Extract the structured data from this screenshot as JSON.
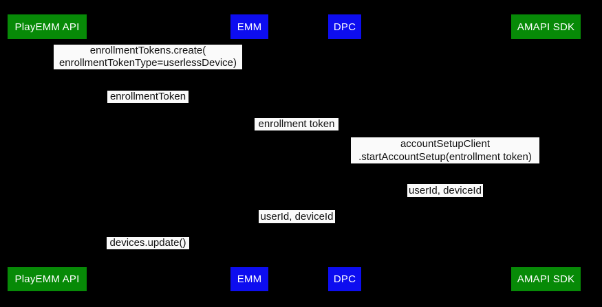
{
  "diagram": {
    "background": "#000000",
    "actor_colors": {
      "green": "#078a07",
      "blue": "#0d0df0"
    },
    "label_style": {
      "background": "#fafafa",
      "text_color": "#111111"
    },
    "actors": [
      {
        "label": "PlayEMM API",
        "color": "green"
      },
      {
        "label": "EMM",
        "color": "blue"
      },
      {
        "label": "DPC",
        "color": "blue"
      },
      {
        "label": "AMAPI SDK",
        "color": "green"
      }
    ],
    "messages": [
      {
        "text": "enrollmentTokens.create(\nenrollmentTokenType=userlessDevice)"
      },
      {
        "text": "enrollmentToken"
      },
      {
        "text": "enrollment token"
      },
      {
        "text": "accountSetupClient\n.startAccountSetup(entrollment token)"
      },
      {
        "text": "userId, deviceId"
      },
      {
        "text": "userId, deviceId"
      },
      {
        "text": "devices.update()"
      }
    ]
  }
}
